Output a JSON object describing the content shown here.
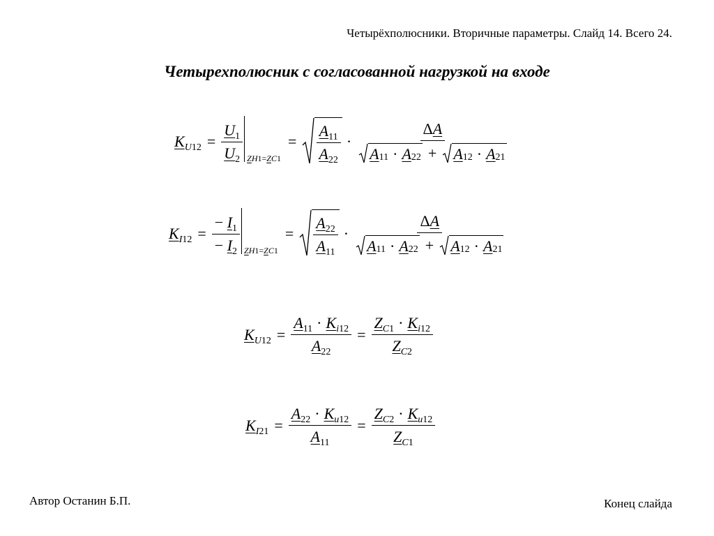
{
  "header": "Четырёхполюсники. Вторичные параметры. Слайд 14. Всего 24.",
  "title": "Четырехполюсник с согласованной нагрузкой на входе",
  "footer": {
    "author": "Автор Останин Б.П.",
    "end": "Конец слайда"
  },
  "symbols": {
    "K": "K",
    "U": "U",
    "I": "I",
    "A": "A",
    "Z": "Z",
    "H": "H",
    "C": "C",
    "u": "u",
    "i": "i",
    "eq": "=",
    "minus": "−",
    "plus": "+",
    "dot": "·",
    "delta": "Δ",
    "s1": "1",
    "s2": "2",
    "s11": "11",
    "s12": "12",
    "s21": "21",
    "s22": "22"
  }
}
